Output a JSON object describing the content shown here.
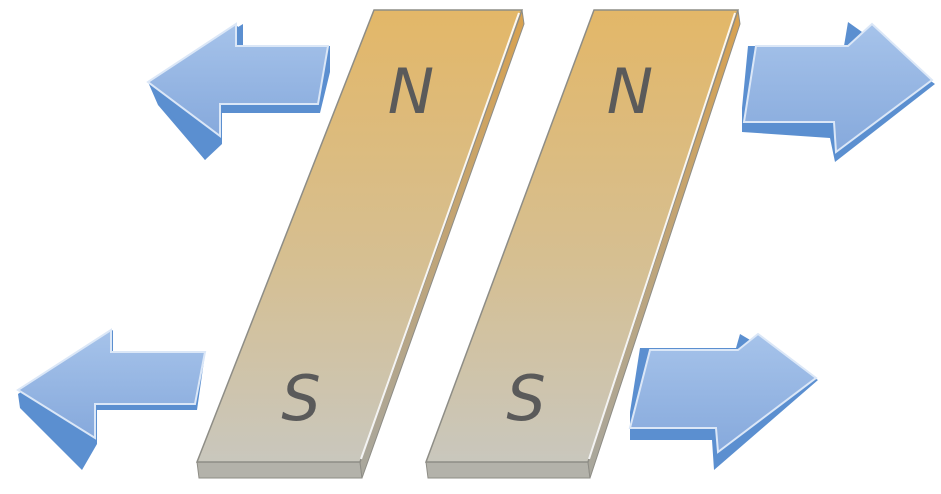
{
  "diagram": {
    "magnets": [
      {
        "north_label": "N",
        "south_label": "S"
      },
      {
        "north_label": "N",
        "south_label": "S"
      }
    ],
    "arrows": [
      {
        "direction": "left"
      },
      {
        "direction": "left"
      },
      {
        "direction": "right"
      },
      {
        "direction": "right"
      }
    ],
    "colors": {
      "magnet_top": "#e3b768",
      "magnet_bottom": "#c9c7bd",
      "arrow_fill": "#8fb3e3",
      "arrow_side": "#5b8fd0",
      "label_text": "#5a5a5a"
    }
  }
}
